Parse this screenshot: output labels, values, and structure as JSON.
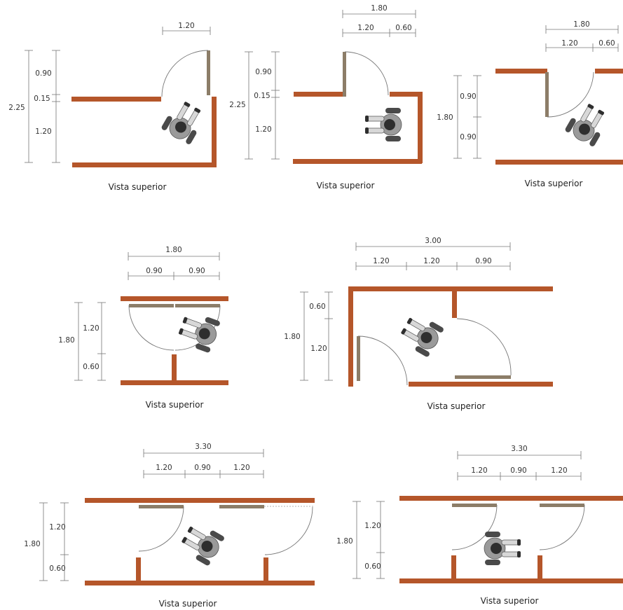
{
  "caption": "Vista superior",
  "colors": {
    "wall": "#b5562a",
    "door_leaf": "#8c7d68",
    "dimension_line": "#777777"
  },
  "icons": {
    "user": "wheelchair-user-top-view-icon"
  },
  "panels": [
    {
      "top_dims": [
        "1.20"
      ],
      "left_total": "2.25",
      "left_parts": [
        "0.90",
        "0.15",
        "1.20"
      ],
      "caption": "Vista superior"
    },
    {
      "top_dims": [
        "1.80",
        "1.20",
        "0.60"
      ],
      "left_total": "2.25",
      "left_parts": [
        "0.90",
        "0.15",
        "1.20"
      ],
      "caption": "Vista superior"
    },
    {
      "top_dims": [
        "1.80",
        "1.20",
        "0.60"
      ],
      "left_total": "1.80",
      "left_parts": [
        "0.90",
        "0.90"
      ],
      "caption": "Vista superior"
    },
    {
      "top_dims": [
        "1.80",
        "0.90",
        "0.90"
      ],
      "left_total": "1.80",
      "left_parts": [
        "1.20",
        "0.60"
      ],
      "caption": "Vista superior"
    },
    {
      "top_dims": [
        "3.00",
        "1.20",
        "1.20",
        "0.90"
      ],
      "left_total": "1.80",
      "left_parts": [
        "0.60",
        "1.20"
      ],
      "caption": "Vista superior"
    },
    {
      "top_dims": [
        "3.30",
        "1.20",
        "0.90",
        "1.20"
      ],
      "left_total": "1.80",
      "left_parts": [
        "1.20",
        "0.60"
      ],
      "caption": "Vista superior"
    },
    {
      "top_dims": [
        "3.30",
        "1.20",
        "0.90",
        "1.20"
      ],
      "left_total": "1.80",
      "left_parts": [
        "1.20",
        "0.60"
      ],
      "caption": "Vista superior"
    }
  ]
}
